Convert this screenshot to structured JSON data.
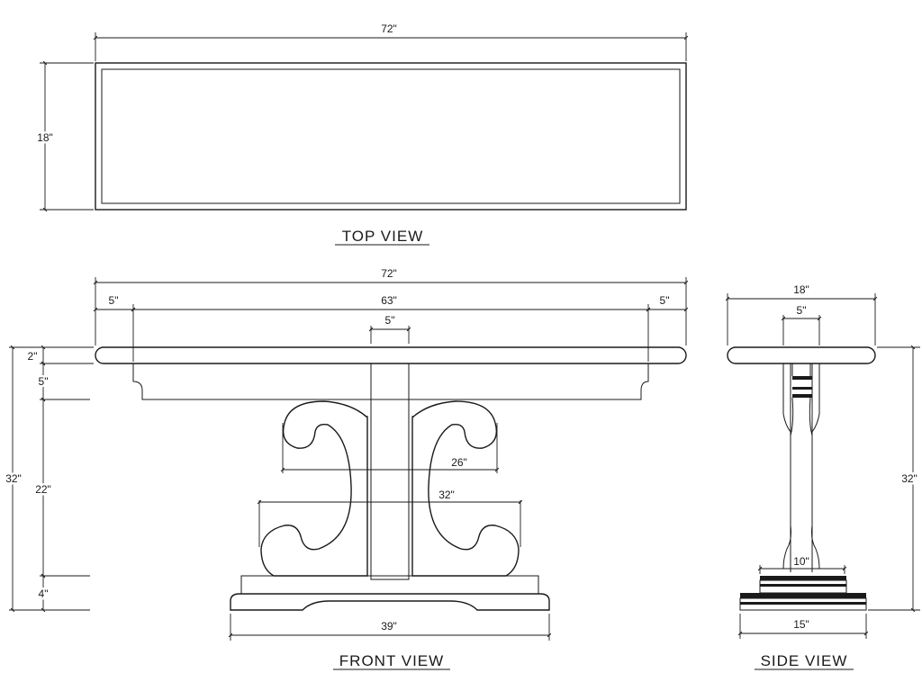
{
  "views": {
    "top": {
      "title": "TOP VIEW",
      "width": "72\"",
      "depth": "18\""
    },
    "front": {
      "title": "FRONT VIEW",
      "overall_width": "72\"",
      "left_overhang": "5\"",
      "apron_width": "63\"",
      "right_overhang": "5\"",
      "post_width": "5\"",
      "top_thickness": "2\"",
      "apron_height": "5\"",
      "base_height": "22\"",
      "overall_height": "32\"",
      "plinth_height": "4\"",
      "upper_scroll_width": "26\"",
      "lower_scroll_width": "32\"",
      "plinth_width": "39\""
    },
    "side": {
      "title": "SIDE VIEW",
      "top_depth": "18\"",
      "post_depth": "5\"",
      "overall_height": "32\"",
      "neck_width": "10\"",
      "base_depth": "15\""
    }
  }
}
